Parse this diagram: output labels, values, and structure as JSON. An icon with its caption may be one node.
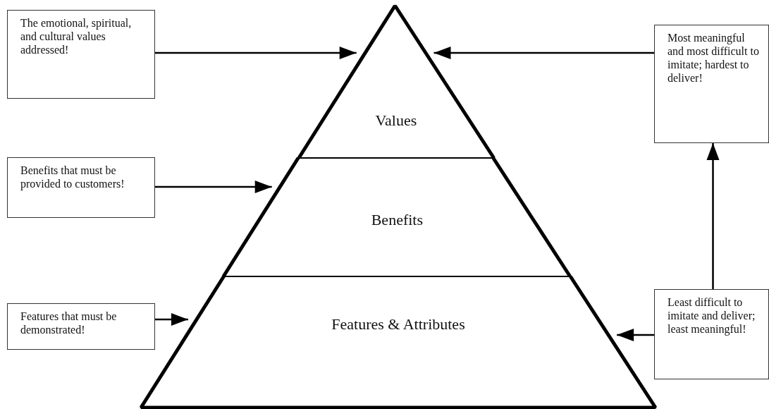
{
  "diagram": {
    "nodes": [
      {
        "text": [
          "Values"
        ]
      },
      {
        "text": [
          "Benefits"
        ]
      },
      {
        "text": [
          "Features & Attributes"
        ]
      },
      {
        "text": [
          "The emotional, spiritual, and cultural values addressed!"
        ]
      },
      {
        "text": [
          "Benefits that must be provided to customers!"
        ]
      },
      {
        "text": [
          "Features that must be demonstrated!"
        ]
      },
      {
        "text": [
          "Most meaningful and most difficult to imitate; hardest to deliver!"
        ]
      },
      {
        "text": [
          "Least difficult to imitate and deliver; least meaningful!"
        ]
      }
    ],
    "edges": [
      {
        "from": 3,
        "to": 0,
        "arrow": "to"
      },
      {
        "from": 4,
        "to": 1,
        "arrow": "to"
      },
      {
        "from": 5,
        "to": 2,
        "arrow": "to"
      },
      {
        "from": 6,
        "to": 0,
        "arrow": "to"
      },
      {
        "from": 7,
        "to": 2,
        "arrow": "to"
      },
      {
        "from": 7,
        "to": 6,
        "arrow": "to"
      }
    ]
  }
}
